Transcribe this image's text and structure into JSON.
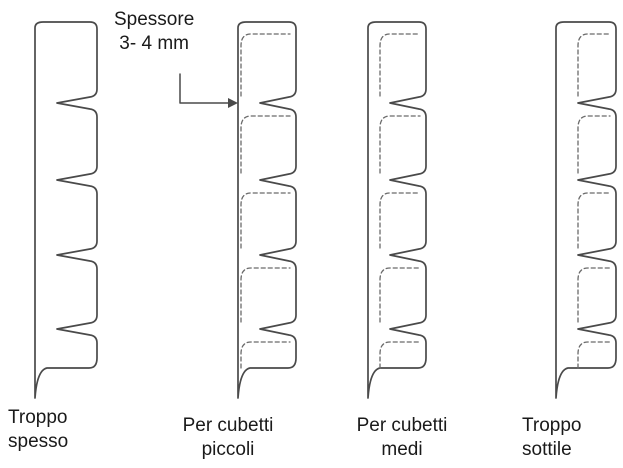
{
  "callout": {
    "line1": "Spessore",
    "line2": "3- 4 mm"
  },
  "captions": [
    {
      "line1": "Troppo",
      "line2": "spesso"
    },
    {
      "line1": "Per cubetti",
      "line2": "piccoli"
    },
    {
      "line1": "Per cubetti",
      "line2": "medi"
    },
    {
      "line1": "Troppo",
      "line2": "sottile"
    }
  ],
  "colors": {
    "outline": "#4a4a4a",
    "dashed": "#6a6a6a",
    "text": "#1a1a1a"
  }
}
